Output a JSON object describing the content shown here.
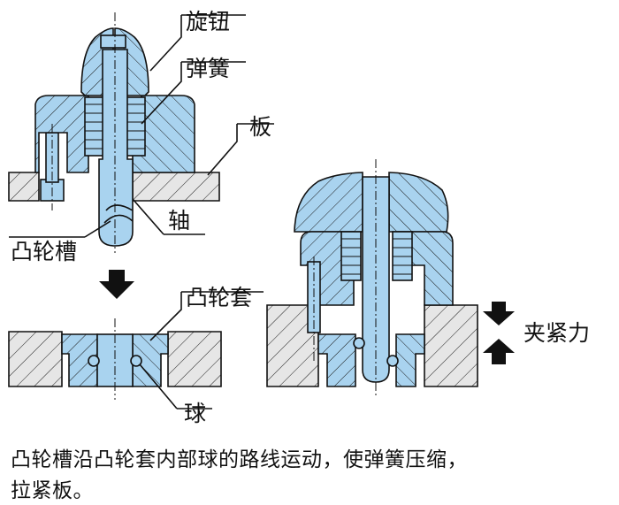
{
  "labels": {
    "knob": "旋钮",
    "spring": "弹簧",
    "plate": "板",
    "shaft": "轴",
    "cam_groove": "凸轮槽",
    "cam_sleeve": "凸轮套",
    "ball": "球",
    "clamp_force": "夹紧力"
  },
  "caption": {
    "line1": "凸轮槽沿凸轮套内部球的路线运动，使弹簧压缩，",
    "line2": "拉紧板。"
  },
  "colors": {
    "part_fill": "#a9d3ef",
    "plate_fill": "#e6e6e6",
    "outline": "#111111",
    "arrow": "#111111"
  }
}
